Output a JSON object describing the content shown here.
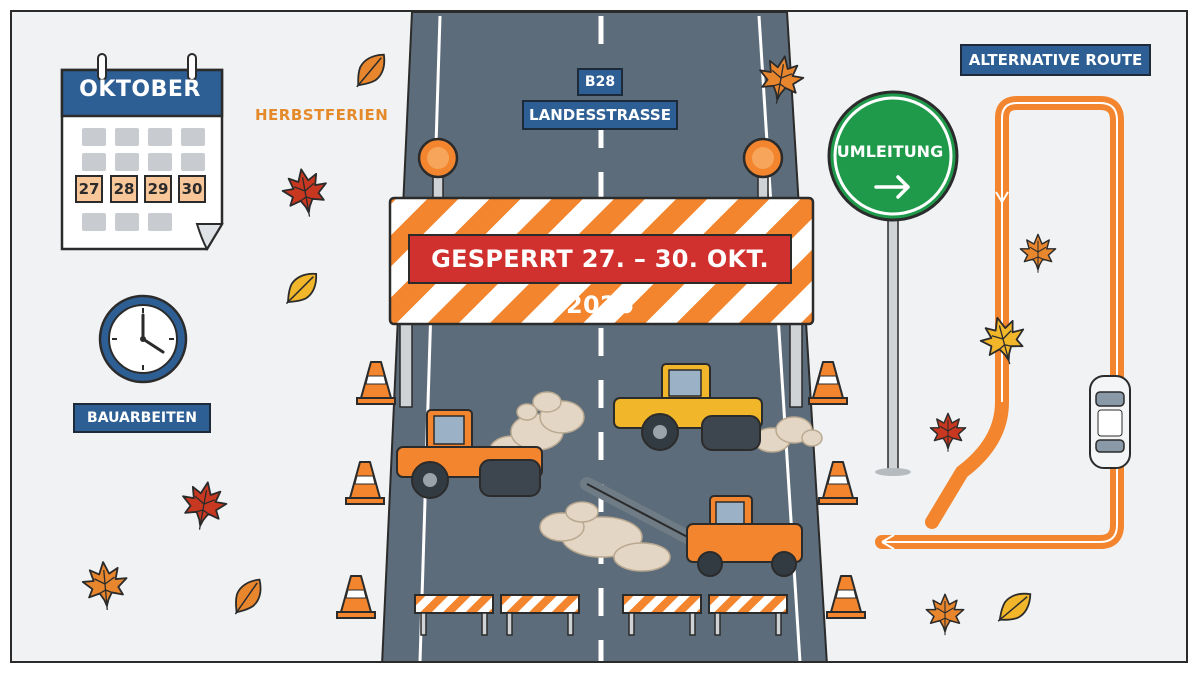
{
  "calendar": {
    "month": "OKTOBER",
    "highlighted_days": [
      "27",
      "28",
      "29",
      "30"
    ]
  },
  "labels": {
    "herbstferien": "HERBSTFERIEN",
    "bauarbeiten": "BAUARBEITEN",
    "road_number": "B28",
    "road_name": "LANDESSTRASSE",
    "closure": "GESPERRT 27. – 30. OKT. 2026",
    "detour_sign": "UMLEITUNG",
    "alternative_route": "ALTERNATIVE ROUTE"
  },
  "colors": {
    "road": "#5d6c7a",
    "calendar_header": "#2e5f94",
    "closure_banner": "#d0302e",
    "barrier_orange": "#f2852d",
    "detour_sign": "#1f9a4a",
    "route_line": "#f2852d",
    "leaf_orange": "#e8862e",
    "leaf_red": "#c8371f",
    "leaf_yellow": "#f2b62a"
  },
  "icons": [
    "calendar-icon",
    "clock-icon",
    "traffic-cone-icon",
    "road-roller-icon",
    "road-milling-machine-icon",
    "barricade-icon",
    "warning-light-icon",
    "detour-arrow-icon",
    "car-icon",
    "autumn-leaf-icon"
  ]
}
